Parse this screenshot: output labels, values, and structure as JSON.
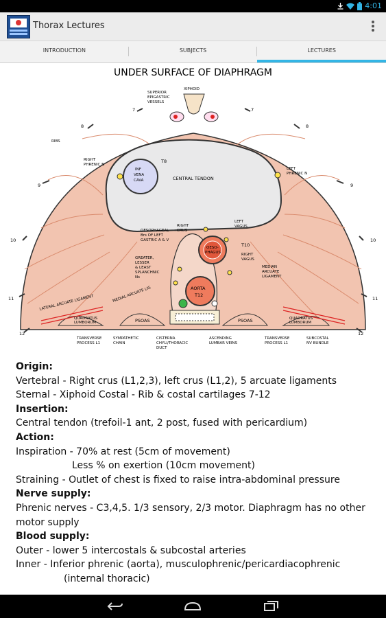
{
  "status_bar": {
    "time": "4:01",
    "icons": [
      "download-icon",
      "wifi-icon",
      "battery-icon"
    ]
  },
  "app": {
    "title": "Thorax Lectures",
    "icon": "app-logo-icon"
  },
  "tabs": [
    {
      "label": "INTRODUCTION",
      "active": false
    },
    {
      "label": "SUBJECTS",
      "active": false
    },
    {
      "label": "LECTURES",
      "active": true
    }
  ],
  "diagram": {
    "title": "UNDER SURFACE OF DIAPHRAGM",
    "labels": {
      "xiphoid": "XIPHOID",
      "sup_epi_1": "SUPERIOR",
      "sup_epi_2": "EPIGASTRIC",
      "sup_epi_3": "VESSELS",
      "rib7l": "7",
      "rib7r": "7",
      "rib8l": "8",
      "rib8r": "8",
      "rib9l": "9",
      "rib9r": "9",
      "rib10l": "10",
      "rib10r": "10",
      "rib11l": "11",
      "rib11r": "11",
      "rib12l": "12",
      "rib12r": "12",
      "ribs": "RIBS",
      "rphr1": "RIGHT",
      "rphr2": "PHRENIC N",
      "lphr1": "LEFT",
      "lphr2": "PHRENIC N",
      "ivc1": "INF",
      "ivc2": "VENA",
      "ivc3": "CAVA",
      "t8": "T8",
      "central_tendon": "CENTRAL TENDON",
      "oes1": "OESOPHAGEAL",
      "oes2": "Brs OF LEFT",
      "oes3": "GASTRIC A & V",
      "rcrus1": "RIGHT",
      "rcrus2": "CRUS",
      "lvag1": "LEFT",
      "lvag2": "VAGUS",
      "oesoph1": "OESO-",
      "oesoph2": "PHAGUS",
      "t10": "T10",
      "rvag1": "RIGHT",
      "rvag2": "VAGUS",
      "gls1": "GREATER,",
      "gls2": "LESSER",
      "gls3": "& LEAST",
      "gls4": "SPLANCHNIC",
      "gls5": "Ns",
      "med1": "MEDIAN",
      "med2": "ARCUATE",
      "med3": "LIGAMENT",
      "aorta": "AORTA",
      "t12": "T12",
      "lal": "LATERAL ARCUATE LIGAMENT",
      "mal": "MEDIAL ARCUATE LIG",
      "ql1a": "QUADRATUS",
      "ql1b": "LUMBORUM",
      "ql2a": "QUADRATUS",
      "ql2b": "LUMBORUM",
      "psoas1": "PSOAS",
      "psoas2": "PSOAS",
      "tp1a": "TRANSVERSE",
      "tp1b": "PROCESS L1",
      "symp1": "SYMPATHETIC",
      "symp2": "CHAIN",
      "cis1": "CISTERNA",
      "cis2": "CHYLI/THORACIC",
      "cis3": "DUCT",
      "asc1": "ASCENDING",
      "asc2": "LUMBAR VEINS",
      "tp2a": "TRANSVERSE",
      "tp2b": "PROCESS L1",
      "sub1": "SUBCOSTAL",
      "sub2": "NV BUNDLE"
    }
  },
  "notes": [
    {
      "type": "heading",
      "text": "Origin:"
    },
    {
      "type": "line",
      "text": "Vertebral - Right crus (L1,2,3), left crus (L1,2), 5 arcuate ligaments"
    },
    {
      "type": "line",
      "text": "Sternal - Xiphoid  Costal - Rib & costal cartilages 7-12"
    },
    {
      "type": "heading",
      "text": "Insertion:"
    },
    {
      "type": "line",
      "text": "Central tendon (trefoil-1 ant, 2 post, fused with pericardium)"
    },
    {
      "type": "heading",
      "text": "Action:"
    },
    {
      "type": "line",
      "text": "Inspiration - 70% at rest (5cm of movement)"
    },
    {
      "type": "indent1",
      "text": "Less % on exertion (10cm movement)"
    },
    {
      "type": "line",
      "text": "Straining -    Outlet of chest is fixed to raise intra-abdominal pressure"
    },
    {
      "type": "heading",
      "text": "Nerve supply:"
    },
    {
      "type": "line",
      "text": "Phrenic nerves - C3,4,5. 1/3 sensory, 2/3 motor. Diaphragm has no other motor supply"
    },
    {
      "type": "heading",
      "text": "Blood supply:"
    },
    {
      "type": "line",
      "text": "Outer - lower 5 intercostals & subcostal arteries"
    },
    {
      "type": "line",
      "text": "Inner -  Inferior phrenic (aorta), musculophrenic/pericardiacophrenic"
    },
    {
      "type": "indent2",
      "text": "(internal thoracic)"
    }
  ],
  "nav_bar": {
    "buttons": [
      "back-icon",
      "home-icon",
      "recent-apps-icon"
    ]
  },
  "colors": {
    "muscle": "#f2c4b0",
    "tendon": "#e9e9ea",
    "accent": "#33b5e5",
    "ivc": "#d7d9f5",
    "aorta": "#ef7b5d"
  }
}
